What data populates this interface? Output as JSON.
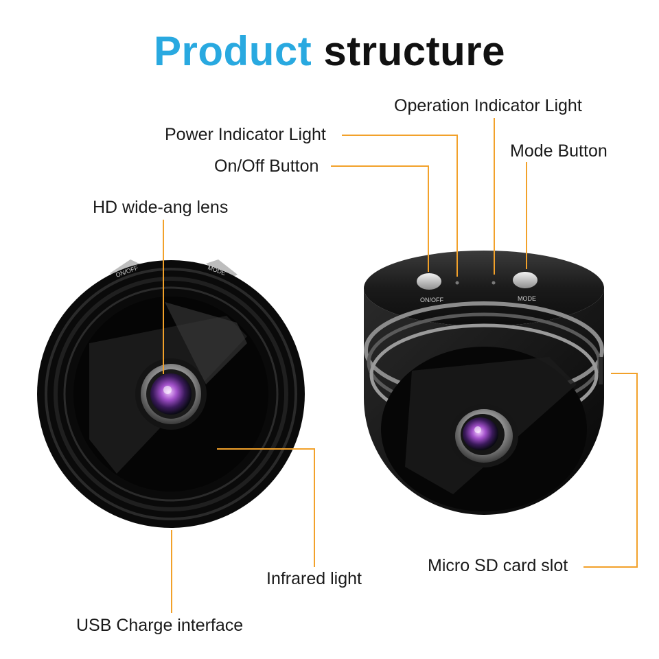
{
  "title": {
    "word1": "Product",
    "word2": "structure"
  },
  "colors": {
    "accent": "#29a9e0",
    "leader": "#f2a12a",
    "body": "#111111"
  },
  "labels": {
    "operation_indicator": "Operation Indicator Light",
    "power_indicator": "Power Indicator Light",
    "mode_button": "Mode Button",
    "on_off_button": "On/Off Button",
    "hd_lens": "HD wide-ang lens",
    "infrared_light": "Infrared light",
    "micro_sd": "Micro SD card slot",
    "usb_charge": "USB Charge interface"
  },
  "device_markings": {
    "on_off": "ON/OFF",
    "mode": "MODE"
  }
}
